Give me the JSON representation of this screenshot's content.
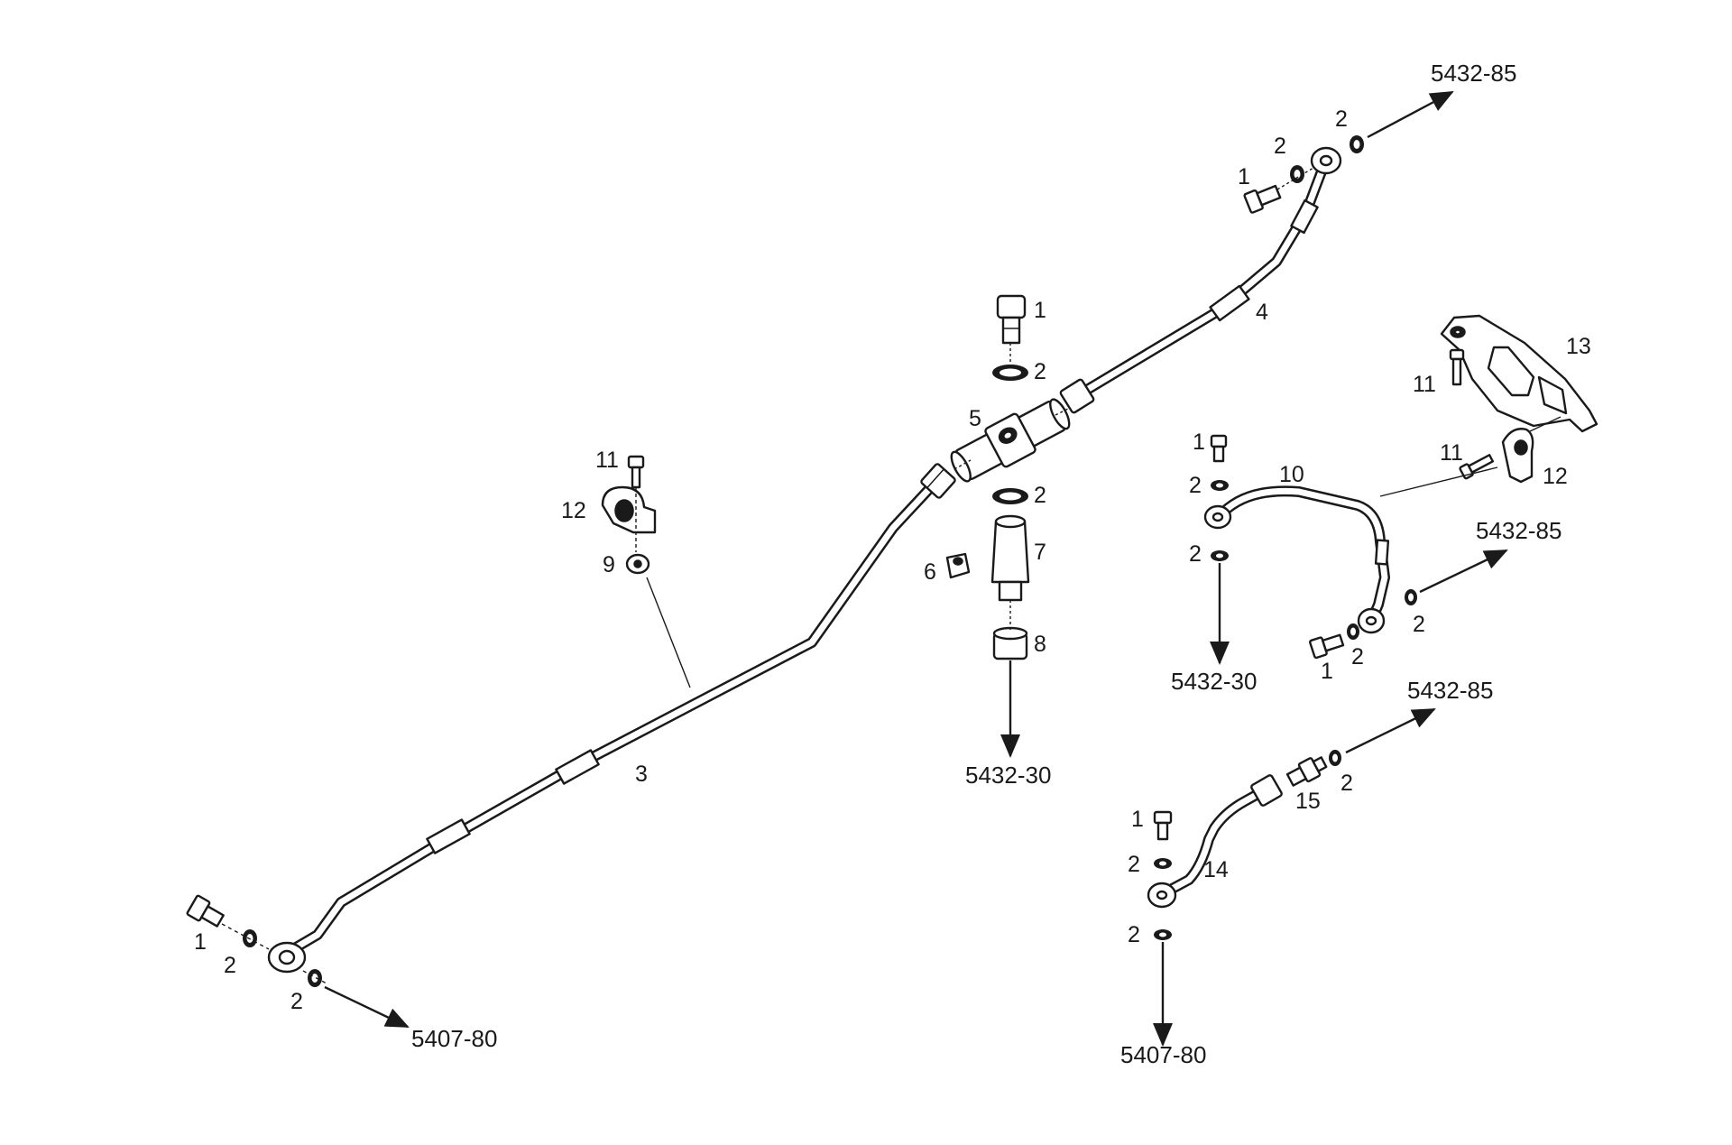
{
  "callouts": {
    "c1a": "1",
    "c1b": "1",
    "c1c": "1",
    "c1d": "1",
    "c1e": "1",
    "c1f": "1",
    "c2a": "2",
    "c2b": "2",
    "c2c": "2",
    "c2d": "2",
    "c2e": "2",
    "c2f": "2",
    "c2g": "2",
    "c2h": "2",
    "c2i": "2",
    "c2j": "2",
    "c2k": "2",
    "c2l": "2",
    "c2m": "2",
    "c3": "3",
    "c4": "4",
    "c5": "5",
    "c6": "6",
    "c7": "7",
    "c8": "8",
    "c9": "9",
    "c10": "10",
    "c11a": "11",
    "c11b": "11",
    "c11c": "11",
    "c12a": "12",
    "c12b": "12",
    "c13": "13",
    "c14": "14",
    "c15": "15"
  },
  "references": {
    "r1": "5432-85",
    "r2": "5432-85",
    "r3": "5432-85",
    "r4": "5432-30",
    "r5": "5432-30",
    "r6": "5407-80",
    "r7": "5407-80"
  }
}
